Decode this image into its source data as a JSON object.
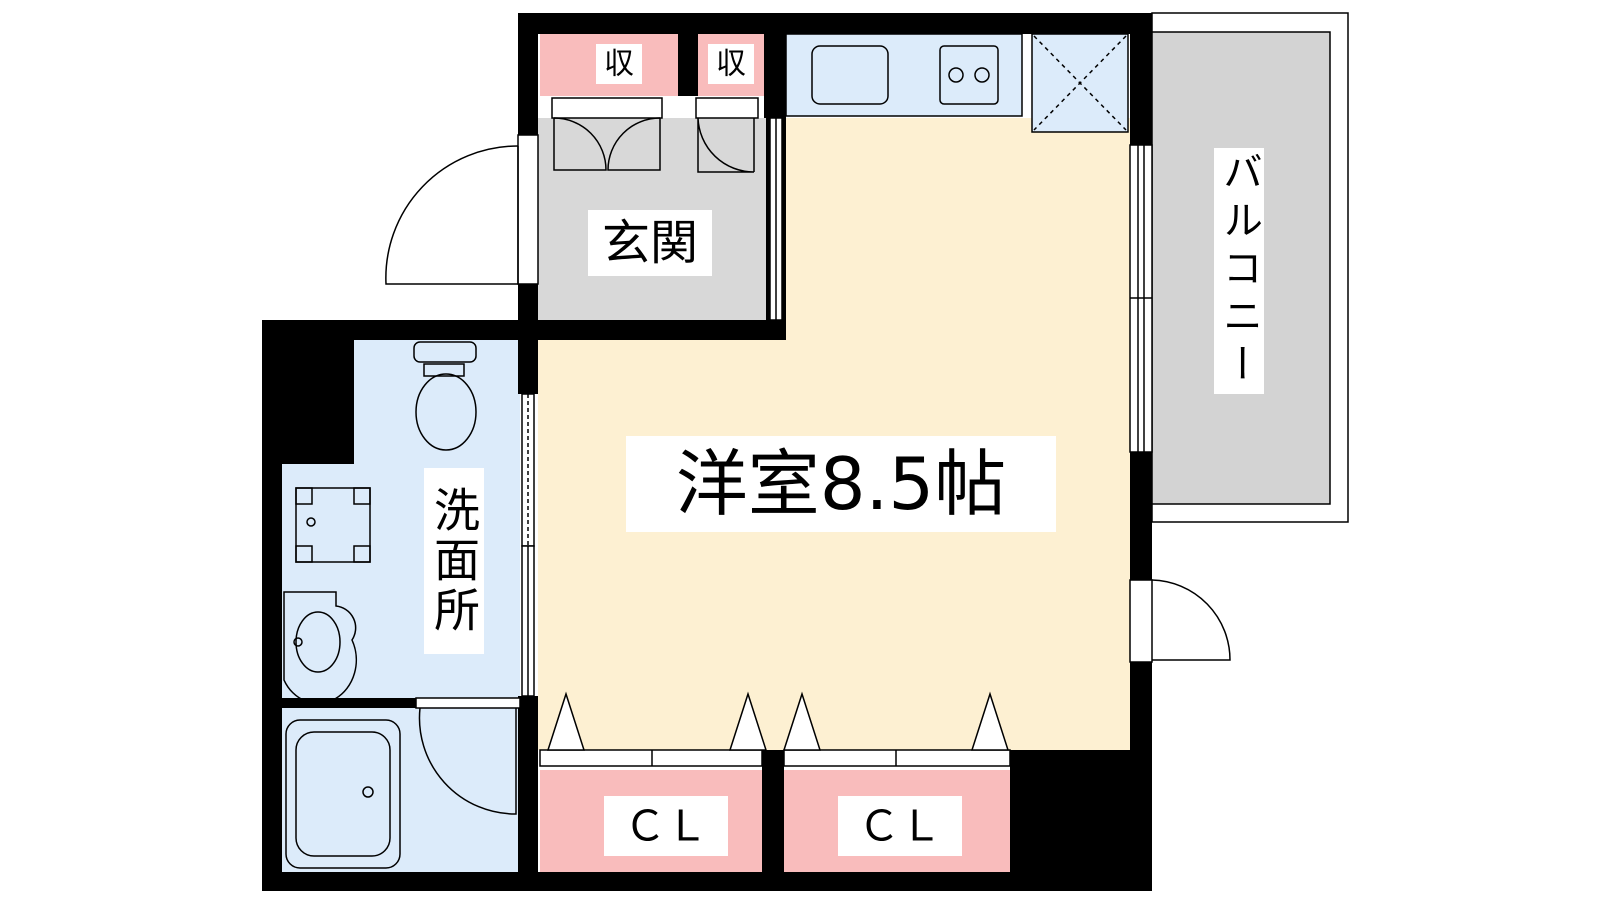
{
  "rooms": {
    "western": {
      "label": "洋室8.5帖"
    },
    "entrance": {
      "label": "玄関"
    },
    "washroom": {
      "label": "洗面所"
    },
    "balcony": {
      "label": "バルコニー"
    },
    "storage_left": {
      "label": "収"
    },
    "storage_right": {
      "label": "収"
    },
    "closet_left": {
      "label": "ＣＬ"
    },
    "closet_right": {
      "label": "ＣＬ"
    }
  },
  "colors": {
    "western_floor": "#fdf0d2",
    "wet_area": "#dcebfa",
    "storage": "#f9bcbc",
    "entrance_floor": "#d8d8d8",
    "balcony_floor": "#d3d3d3",
    "wall": "#000000"
  }
}
